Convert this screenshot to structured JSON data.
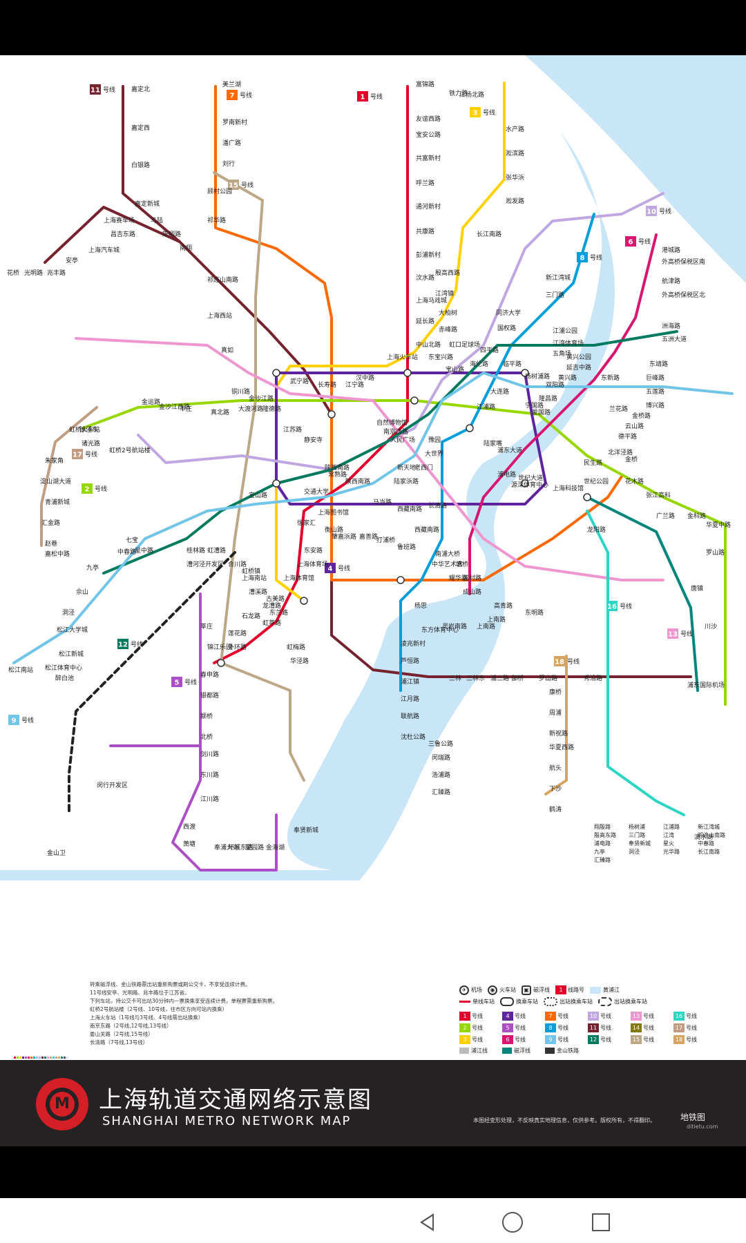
{
  "map": {
    "line_colors": {
      "line1": "#e4002b",
      "line2": "#97d700",
      "line3": "#ffd100",
      "line4": "#5f259f",
      "line5": "#ac4fc6",
      "line6": "#d71671",
      "line7": "#ff6900",
      "line8": "#009edb",
      "line9": "#71c5e8",
      "line10": "#c1a7e2",
      "line11": "#76232f",
      "line12": "#007b5f",
      "line13": "#ef95cf",
      "line15": "#bca886",
      "line16": "#2cd5c4",
      "line17": "#c09c83",
      "line18": "#d6a461",
      "maglev": "#00857c",
      "jinshan": "#555555",
      "river": "#c8e6f7"
    },
    "line_badges": [
      {
        "num": "11",
        "label": "号线",
        "color": "#76232f"
      },
      {
        "num": "7",
        "label": "号线",
        "color": "#ff6900"
      },
      {
        "num": "1",
        "label": "号线",
        "color": "#e4002b"
      },
      {
        "num": "3",
        "label": "号线",
        "color": "#ffd100"
      },
      {
        "num": "15",
        "label": "号线",
        "color": "#bca886"
      },
      {
        "num": "10",
        "label": "号线",
        "color": "#c1a7e2"
      },
      {
        "num": "6",
        "label": "号线",
        "color": "#d71671"
      },
      {
        "num": "8",
        "label": "号线",
        "color": "#009edb"
      },
      {
        "num": "13",
        "label": "号线",
        "color": "#ef95cf"
      },
      {
        "num": "12",
        "label": "号线",
        "color": "#007b5f"
      },
      {
        "num": "9",
        "label": "号线",
        "color": "#71c5e8"
      },
      {
        "num": "17",
        "label": "号线",
        "color": "#c09c83"
      },
      {
        "num": "2",
        "label": "号线",
        "color": "#97d700"
      },
      {
        "num": "4",
        "label": "号线",
        "color": "#5f259f"
      },
      {
        "num": "5",
        "label": "号线",
        "color": "#ac4fc6"
      },
      {
        "num": "16",
        "label": "号线",
        "color": "#2cd5c4"
      },
      {
        "num": "18",
        "label": "号线",
        "color": "#d6a461"
      }
    ],
    "stations": {
      "jiading_north": "嘉定北",
      "jiading_west": "嘉定西",
      "baiyin_rd": "白银路",
      "jiading_xincheng": "嘉定新城",
      "shanghai_saichechang": "上海赛车场",
      "changjidonglu": "昌吉东路",
      "shanghai_qichecheng": "上海汽车城",
      "anting": "安亭",
      "huaqiao": "花桥",
      "guangminglu": "光明路",
      "zhaofenglu": "兆丰路",
      "malu": "马陆",
      "chenxianglu": "陈翔路",
      "nanxiang": "南翔",
      "qilianshan_nanlu": "祁连山南路",
      "meilanhu": "美兰湖",
      "luonanxincun": "罗南新村",
      "panguanglu": "潘广路",
      "liuhang": "刘行",
      "guchenggongyuan": "顾村公园",
      "qihualu": "祁华路",
      "tieliqiao": "铁力路",
      "fujinlu": "富锦路",
      "youyixilu": "友谊西路",
      "baoan_gonglu": "宝安公路",
      "gongfuxincun": "共富新村",
      "hulan_rd": "呼兰路",
      "tonghe_xincun": "通河新村",
      "gongkang_rd": "共康路",
      "pengpu_xincun": "彭浦新村",
      "wenshui_rd": "汶水路",
      "shanghai_maxicheng": "上海马戏城",
      "yanchang_rd": "延长路",
      "zhongshan_beilu": "中山北路",
      "shanghai_railway": "上海火车站",
      "jiangyang_beilu": "江杨北路",
      "shuichan_rd": "水产路",
      "songbin_rd": "淞滨路",
      "zhanghuabang": "张华浜",
      "songfa_rd": "淞发路",
      "changjiang_nanlu": "长江南路",
      "yinggao_xilu": "殷高西路",
      "jiangwan_town": "江湾镇",
      "dabaishu": "大柏树",
      "chifeng_rd": "赤峰路",
      "hongkou_stadium": "虹口足球场",
      "dongbaoxing_rd": "东宝兴路",
      "baoshan_rd": "宝山路",
      "xinjiangwancheng": "新江湾城",
      "guoquan_rd": "国权路",
      "tongji_univ": "同济大学",
      "siping_rd": "四平路",
      "haibin_xincun": "海伦路",
      "xincheng_rd": "翔殷路",
      "people_square": "人民广场",
      "xujiahui": "徐家汇",
      "century_avenue": "世纪大道",
      "lujiazui": "陆家嘴",
      "longyang_rd": "龙阳路",
      "hongqiao_railway": "虹桥火车站",
      "hongqiao_airport": "虹桥2号航站楼",
      "pudong_airport": "浦东国际机场",
      "songjiang_south": "松江南站",
      "jinshan_wei": "金山卫",
      "xinzhuang": "莘庄",
      "minhang_dev": "闵行开发区",
      "fengxian_xincheng": "奉贤新城",
      "dishui_lake": "滴水湖",
      "shanghai_south": "上海南站",
      "qibao": "七宝",
      "zhongchun_rd": "中春路",
      "jiuting": "九亭",
      "sheshan": "佘山",
      "dongjing": "洞泾",
      "songjiang_univ": "松江大学城",
      "songjiang_xincheng": "松江新城",
      "songjiang_stadium": "松江体育中心",
      "zuibaichi": "醉白池",
      "zhujiajiao": "朱家角",
      "dianshanhu": "淀山湖大道",
      "qingpu_xincheng": "青浦新城",
      "huaxiang_rd": "汇金路",
      "zhaoxiang": "赵巷",
      "jiasong_zhonglu": "嘉松中路",
      "xujing_east": "徐泾东",
      "zhuguang_rd": "诸光路",
      "huaxia_zhonglu": "华夏中路",
      "luoshan_rd": "罗山路",
      "changqing_rd": "长清路",
      "gaoqing_rd": "高青路",
      "shangnan_rd": "上南路",
      "lingyan_nanlu": "灵岩南路",
      "dongming_rd": "东明路",
      "chuansha": "川沙",
      "tangzhen": "唐镇",
      "jinqiao": "金桥",
      "zhangjiang": "张江高科",
      "guanglan_rd": "广兰路",
      "jinke_rd": "金科路",
      "huamu_rd": "花木路",
      "pudian_rd": "浦电路",
      "shiji_park": "世纪公园",
      "shanghai_science_museum": "上海科技馆",
      "yuanshen_stadium": "源深体育中心",
      "minsheng_rd": "民生路",
      "beiyangjing_rd": "北洋泾路",
      "deping_rd": "德平路",
      "yunshan_rd": "云山路",
      "jinqiao_rd": "金桥路",
      "boxing_rd": "博兴路",
      "wulian_rd": "五莲路",
      "jufeng_rd": "巨峰路",
      "dongjing_rd": "东靖路",
      "wuzhou_avenue": "五洲大道",
      "zhouhai_rd": "洲海路",
      "waigaoqiao_free_north": "外高桥保税区北",
      "hangjin_rd": "航津路",
      "waigaoqiao_free_south": "外高桥保税区南",
      "gangcheng_rd": "港城路",
      "jiangpu_rd": "江浦路",
      "dalian_rd": "大连路",
      "yangshupu_rd": "杨树浦路",
      "pudong_avenue": "浦东大道",
      "linping_rd": "临平路",
      "dongxin_rd": "东新路",
      "lanhua_rd": "兰花路",
      "jiangyin_rd": "江浦公园",
      "sanmen_rd": "三门路",
      "jiangwan_stadium": "江湾体育场",
      "wujiaochang": "五角场",
      "huangxing_park": "黄兴公园",
      "yanji_zhonglu": "延吉中路",
      "huangxing_rd": "黄兴路",
      "shuangyang_rd": "双阳路",
      "longchang_rd": "隆昌路",
      "ningguo_rd": "宁国路",
      "yangshupu": "杨树浦",
      "aiguo_rd": "爱国路",
      "jiangyang_rd": "江浦路",
      "xinjiangwancheng2": "新江湾城",
      "yingao_east": "殷高东路",
      "sanmen": "三门路",
      "jiangwan": "江湾",
      "jinyun_rd": "金运路",
      "jinshajiang_xilu": "金沙江西路",
      "fengzhuang": "丰庄",
      "qilianshan_rd": "祁连山南路",
      "zhenbei_rd": "真北路",
      "daduhe_rd": "大渡河路",
      "jinshajiang_rd": "金沙江路",
      "longde_rd": "隆德路",
      "wuning_rd": "武宁路",
      "changshou_rd": "长寿路",
      "jiangning_rd": "江宁路",
      "hanzhong_rd": "汉中路",
      "zilaishui": "自然博物馆",
      "nanjing_xilu": "南京西路",
      "madang_rd": "马当路",
      "laoximen": "老西门",
      "dashijie": "大世界",
      "yuyuan": "豫园",
      "xintiandi": "新天地",
      "shanxi_nanlu": "陕西南路",
      "changshu_rd": "常熟路",
      "jiaotong_univ": "交通大学",
      "shanghai_library": "上海图书馆",
      "hengshan_rd": "衡山路",
      "zhaojiabang_rd": "肇嘉浜路",
      "jiashan_rd": "嘉善路",
      "dapuqiao": "打浦桥",
      "luban_rd": "鲁班路",
      "west_yanggao": "西藏南路",
      "nanpu_bridge": "南浦大桥",
      "tangqiao": "塘桥",
      "pudian": "浦电路",
      "lancun_rd": "蓝村路",
      "dongan_rd": "东安路",
      "shanghai_stadium": "上海体育场",
      "shanghai_indoor": "上海体育馆",
      "caoxi_rd": "漕溪路",
      "longcao_rd": "龙漕路",
      "shilong_rd": "石龙路",
      "lianhua_rd": "莲花路",
      "waihuan_rd": "外环路",
      "jinjiang_park": "锦江乐园",
      "chunshen_rd": "春申路",
      "yindu_rd": "银都路",
      "zhuanqiao": "颛桥",
      "beiqiao": "北桥",
      "jianchuan_rd": "剑川路",
      "dongchuan_rd": "东川路",
      "jiangchuan_rd": "江川路",
      "xidu": "西渡",
      "xiaotang": "萧塘",
      "fengpu_avenue": "奉浦大道",
      "huanchengdong_rd": "环城东路",
      "wangyuan_rd": "望园路",
      "jinhai_lake": "金海湖",
      "fengxian": "奉贤新城",
      "xinghuo": "星火",
      "yishan_rd": "宜山路",
      "guilin_rd": "桂林路",
      "hongcao_rd": "虹漕路",
      "caohejing": "漕河泾开发区",
      "hejiangtang": "合川路",
      "xingzhong_rd": "星中路",
      "zhongchunlu": "中春路",
      "hongqiao_town": "虹桥镇",
      "jiuting_stn": "九亭",
      "dongjing_stn": "洞泾",
      "gumei_rd": "古美路",
      "donglan_rd": "东兰路",
      "hongxin_rd": "虹莘路",
      "guanghua_rd": "光华路",
      "hongmei_rd": "虹梅路",
      "huajing_rd": "华泾路",
      "sanlintown": "三林",
      "sanlin_east": "三林东",
      "pusan_rd": "浦三路",
      "yuqiao": "御桥",
      "luoshan": "罗山路",
      "xiuyan_rd": "秀沿路",
      "kangqiao": "康桥",
      "zhoupu": "周浦",
      "hangtou": "航头",
      "xiasha": "下沙",
      "hetao": "鹤涛",
      "changjiangnanlu": "长江南路",
      "xinzhu_rd": "新祝路",
      "huaxia_rd": "华夏西路",
      "shangnan": "上南路",
      "lujiabang_rd": "陆家浜路",
      "xizang_nanlu": "西藏南路",
      "zhonghua_yishu": "中华艺术宫",
      "yaohua_rd": "耀华路",
      "chengshan_rd": "成山路",
      "yangsi": "杨思",
      "dongfang_stadium": "东方体育中心",
      "lingzhao_xincun": "凌兆新村",
      "luheng_rd": "芦恒路",
      "pujiang_town": "浦江镇",
      "jiangyue_rd": "江月路",
      "lianhang_rd": "联航路",
      "shendu_highway": "沈杜公路",
      "sanlu_highway": "三鲁公路",
      "minrui_rd": "闵瑞路",
      "haoshi_rd": "浩浦路",
      "huizhen_rd": "汇臻路",
      "huizhen": "汇臻路"
    },
    "districts": [
      "上海西站",
      "真如",
      "铜川路",
      "江苏路",
      "静安寺",
      "陕西南路"
    ],
    "legend_lines": [
      "虹桥2号航站楼（2号线、10号线，往市区方向可站内换乘）",
      "上海火车站（1号线与3号线、4号线需出站换乘）",
      "南京东路（2号线,12号线,13号线）",
      "娄山关路（2号线,15号线）",
      "长清路（7号线,13号线）"
    ]
  },
  "notes": {
    "line1": "转乘磁浮线、金山铁路需出站重新购票或刷公交卡，不享受连续计费。",
    "line2": "11号线安亭、光明路、兆丰路位于江苏省。",
    "line3": "下列车站，持公交卡可出站30分钟内一票换乘享受连续计费，单程票需重新购票。",
    "items": [
      "虹桥2号航站楼（2号线、10号线，往市区方向可站内换乘）",
      "上海火车站（1号线与3号线、4号线需出站换乘）",
      "南京东路（2号线,12号线,13号线）",
      "娄山关路（2号线,15号线）",
      "长清路（7号线,13号线）"
    ]
  },
  "legend": {
    "airport": "机场",
    "railway_station": "火车站",
    "maglev": "磁浮线",
    "line_no": "线路号",
    "huangpu_river": "黄浦江",
    "single_station": "单线车站",
    "transfer_station": "换乘车站",
    "out_transfer": "出站换乘车站",
    "out_transfer2": "出站换乘车站",
    "grid": [
      {
        "num": "1",
        "label": "号线",
        "color": "#e4002b"
      },
      {
        "num": "4",
        "label": "号线",
        "color": "#5f259f"
      },
      {
        "num": "7",
        "label": "号线",
        "color": "#ff6900"
      },
      {
        "num": "10",
        "label": "号线",
        "color": "#c1a7e2"
      },
      {
        "num": "13",
        "label": "号线",
        "color": "#ef95cf"
      },
      {
        "num": "16",
        "label": "号线",
        "color": "#2cd5c4"
      },
      {
        "num": "2",
        "label": "号线",
        "color": "#97d700"
      },
      {
        "num": "5",
        "label": "号线",
        "color": "#ac4fc6"
      },
      {
        "num": "8",
        "label": "号线",
        "color": "#009edb"
      },
      {
        "num": "11",
        "label": "号线",
        "color": "#76232f"
      },
      {
        "num": "14",
        "label": "号线",
        "color": "#827a04"
      },
      {
        "num": "17",
        "label": "号线",
        "color": "#c09c83"
      },
      {
        "num": "3",
        "label": "号线",
        "color": "#ffd100"
      },
      {
        "num": "6",
        "label": "号线",
        "color": "#d71671"
      },
      {
        "num": "9",
        "label": "号线",
        "color": "#71c5e8"
      },
      {
        "num": "12",
        "label": "号线",
        "color": "#007b5f"
      },
      {
        "num": "15",
        "label": "号线",
        "color": "#bca886"
      },
      {
        "num": "18",
        "label": "号线",
        "color": "#d6a461"
      }
    ],
    "extra": [
      "浦江线",
      "磁浮线",
      "金山铁路"
    ]
  },
  "footer": {
    "title": "上海轨道交通网络示意图",
    "subtitle": "SHANGHAI METRO NETWORK MAP",
    "disclaimer": "本图经变形处理，不反映真实地理信息，仅供参考。版权所有，不得翻印。",
    "brand": "地铁图",
    "url": "ditietu.com"
  }
}
